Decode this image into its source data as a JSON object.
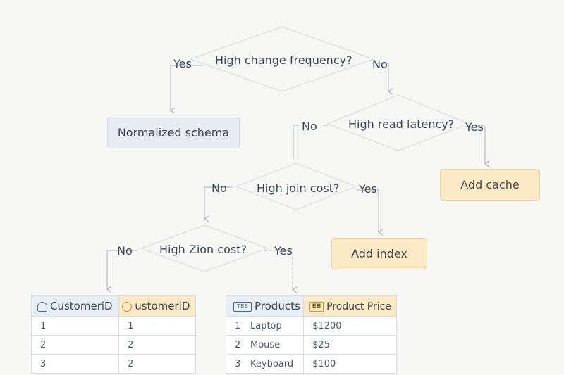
{
  "decisions": {
    "d1": {
      "question": "High change frequency?",
      "yes": "Yes",
      "no": "No"
    },
    "d2": {
      "question": "High read latency?",
      "yes": "Yes",
      "no": "No"
    },
    "d3": {
      "question": "High join cost?",
      "yes": "Yes",
      "no": "No"
    },
    "d4": {
      "question": "High Zion cost?",
      "yes": "Yes",
      "no": "No"
    }
  },
  "outcomes": {
    "normalized": "Normalized schema",
    "cache": "Add cache",
    "index": "Add index"
  },
  "table_left": {
    "headers": [
      "CustomeriD",
      "ustomeriD"
    ],
    "header_icons": [
      "db-icon",
      "key-icon"
    ],
    "rows": [
      [
        "1",
        "1"
      ],
      [
        "2",
        "2"
      ],
      [
        "3",
        "2"
      ]
    ]
  },
  "table_right": {
    "headers": [
      "Products",
      "Product Price"
    ],
    "header_icons": [
      "table-icon",
      "eb-icon"
    ],
    "icon_text": {
      "table": "TEB",
      "eb": "EB"
    },
    "rows": [
      [
        "1",
        "Laptop",
        "$1200"
      ],
      [
        "2",
        "Mouse",
        "$25"
      ],
      [
        "3",
        "Keyboard",
        "$100"
      ]
    ]
  },
  "colors": {
    "line": "#b9c0c8",
    "diamond": "#d9dde2",
    "blue_box": "#e8edf3",
    "orange_box": "#fce9c6"
  }
}
